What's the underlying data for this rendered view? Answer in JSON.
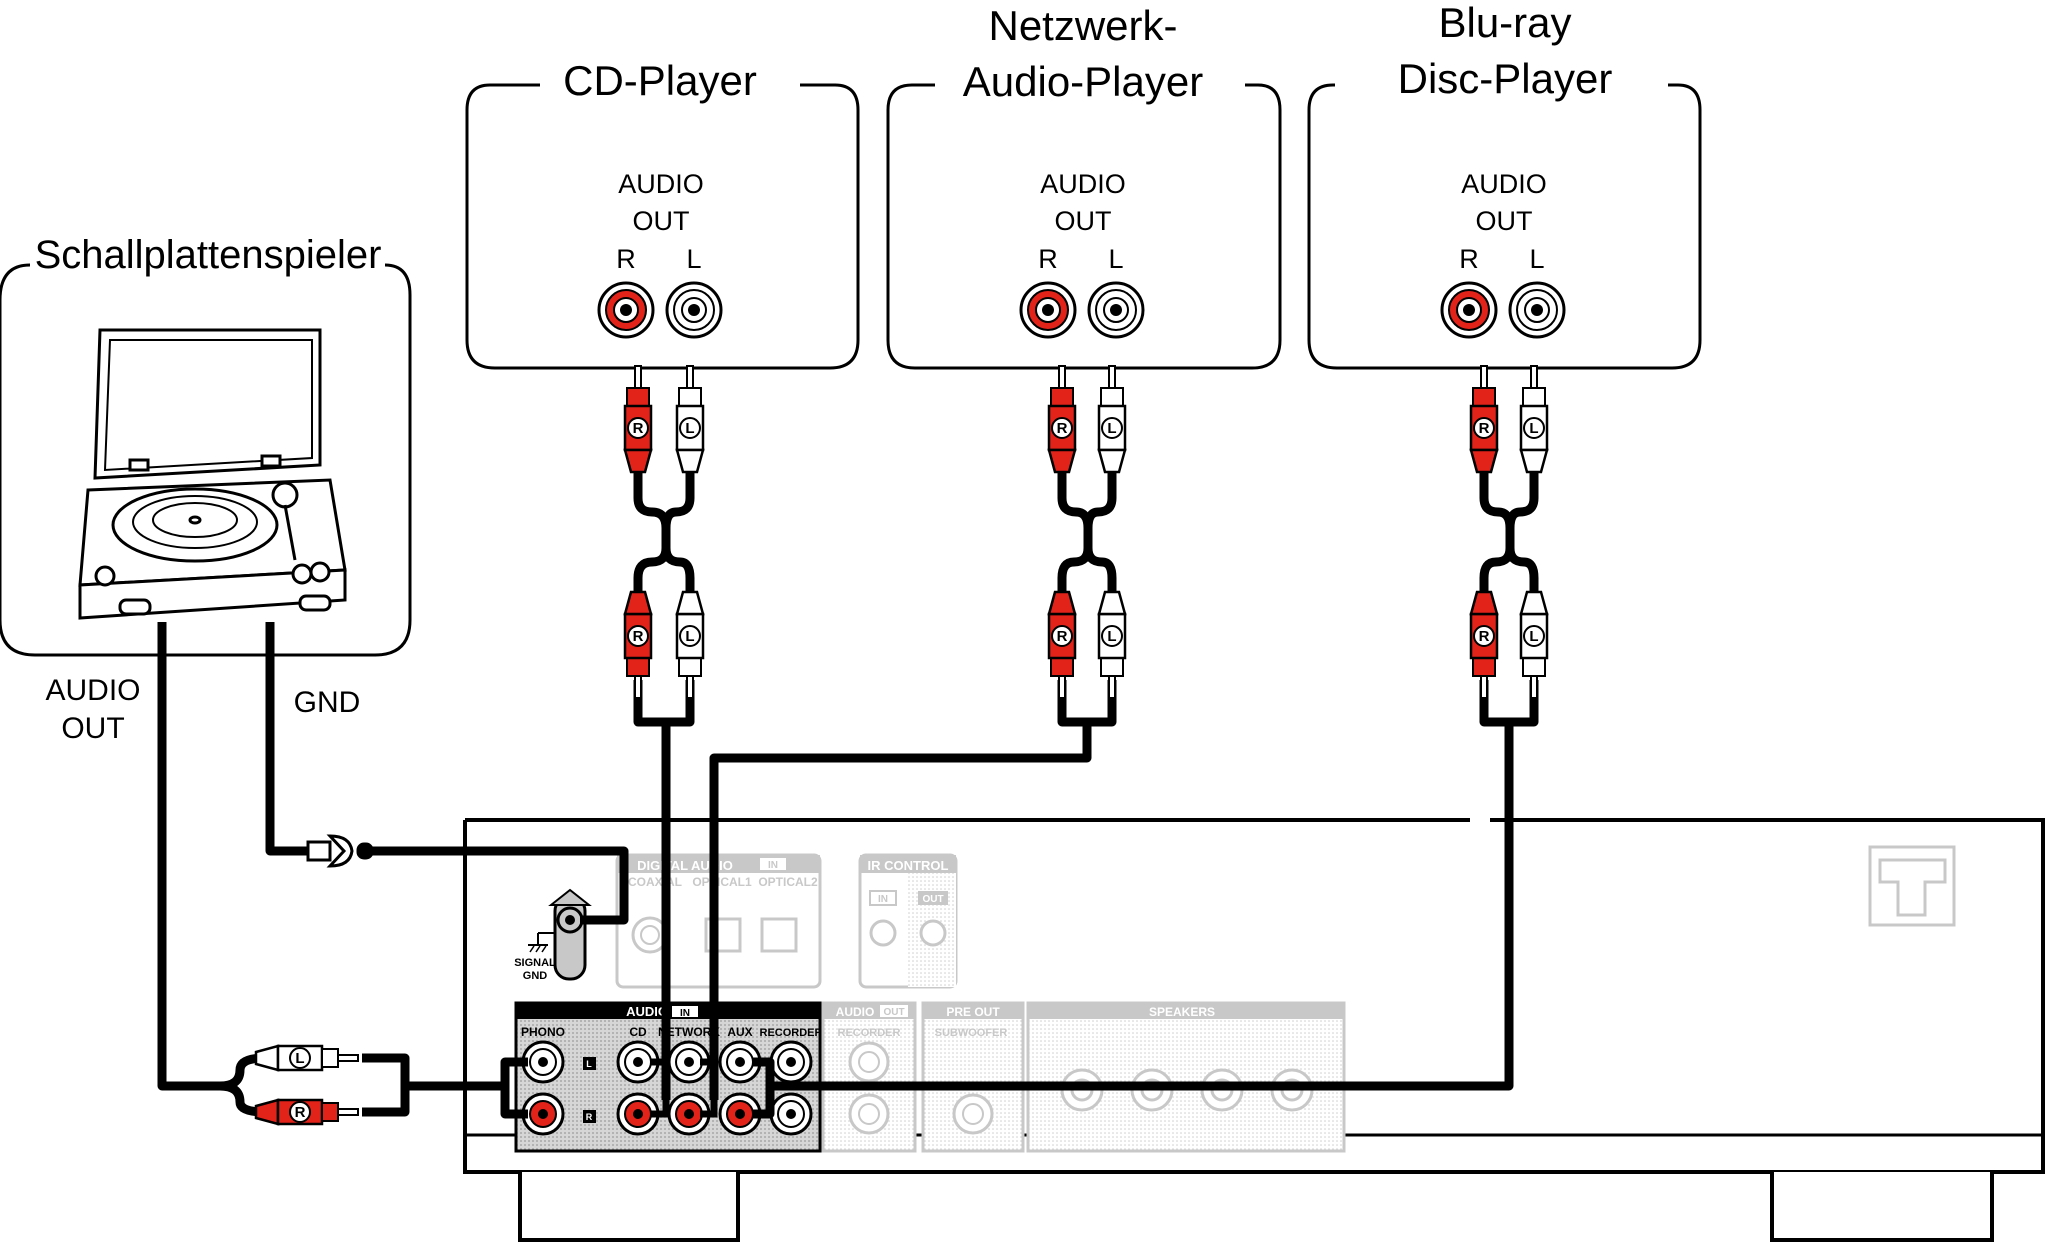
{
  "devices": {
    "turntable": {
      "title": "Schallplattenspieler",
      "out_line1": "AUDIO",
      "out_line2": "OUT",
      "gnd": "GND"
    },
    "cd": {
      "title": "CD-Player",
      "audio": "AUDIO",
      "out": "OUT",
      "r": "R",
      "l": "L"
    },
    "network": {
      "title1": "Netzwerk-",
      "title2": "Audio-Player",
      "audio": "AUDIO",
      "out": "OUT",
      "r": "R",
      "l": "L"
    },
    "bluray": {
      "title1": "Blu-ray",
      "title2": "Disc-Player",
      "audio": "AUDIO",
      "out": "OUT",
      "r": "R",
      "l": "L"
    }
  },
  "plugs": {
    "r": "R",
    "l": "L"
  },
  "receiver": {
    "signal_gnd_1": "SIGNAL",
    "signal_gnd_2": "GND",
    "digital_audio": "DIGITAL AUDIO",
    "digital_in": "IN",
    "coaxial": "COAXIAL",
    "optical1": "OPTICAL1",
    "optical2": "OPTICAL2",
    "ir_control": "IR CONTROL",
    "ir_in": "IN",
    "ir_out": "OUT",
    "audio_in": "AUDIO",
    "audio_in_tag": "IN",
    "phono": "PHONO",
    "cd": "CD",
    "network": "NETWORK",
    "aux": "AUX",
    "recorder": "RECORDER",
    "ch_l": "L",
    "ch_r": "R",
    "audio_out": "AUDIO",
    "audio_out_tag": "OUT",
    "audio_out_recorder": "RECORDER",
    "pre_out": "PRE OUT",
    "subwoofer": "SUBWOOFER",
    "speakers": "SPEAKERS"
  },
  "colors": {
    "red": "#e2231a",
    "black": "#000000",
    "faint": "#c8c8c8"
  }
}
